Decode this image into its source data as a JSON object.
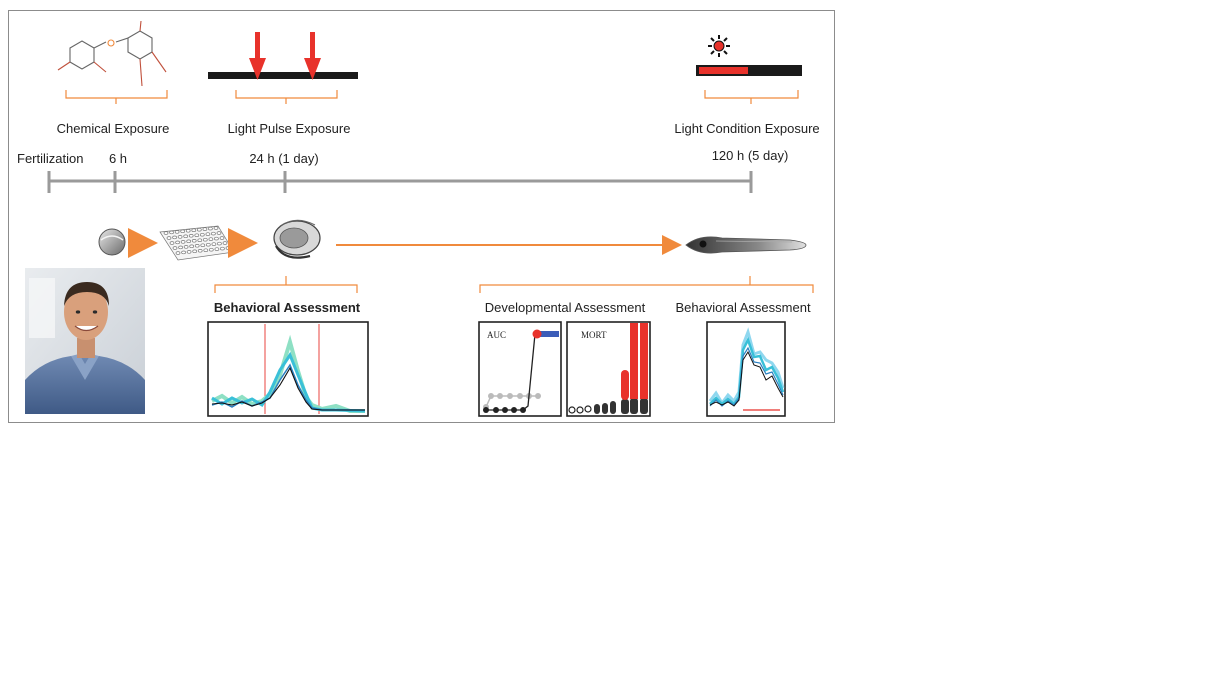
{
  "stages": {
    "chemical_exposure": "Chemical Exposure",
    "light_pulse_exposure": "Light Pulse Exposure",
    "light_condition_exposure": "Light Condition Exposure"
  },
  "timeline": {
    "fertilization": "Fertilization",
    "t6": "6 h",
    "t24": "24 h (1 day)",
    "t120": "120 h (5 day)"
  },
  "assessments": {
    "behavioral_1": "Behavioral Assessment",
    "developmental": "Developmental Assessment",
    "behavioral_2": "Behavioral Assessment"
  },
  "plots": {
    "aucp_label": "AUC",
    "mort_label": "MORT"
  },
  "colors": {
    "accent_orange": "#f08a3c",
    "arrow_red": "#e8322b",
    "timeline_gray": "#9a9a9a",
    "bar_black": "#1a1a1a",
    "trace_cyan": "#3ac0d8",
    "trace_teal": "#5fcfb8",
    "bar_blue": "#3b5cb8"
  }
}
